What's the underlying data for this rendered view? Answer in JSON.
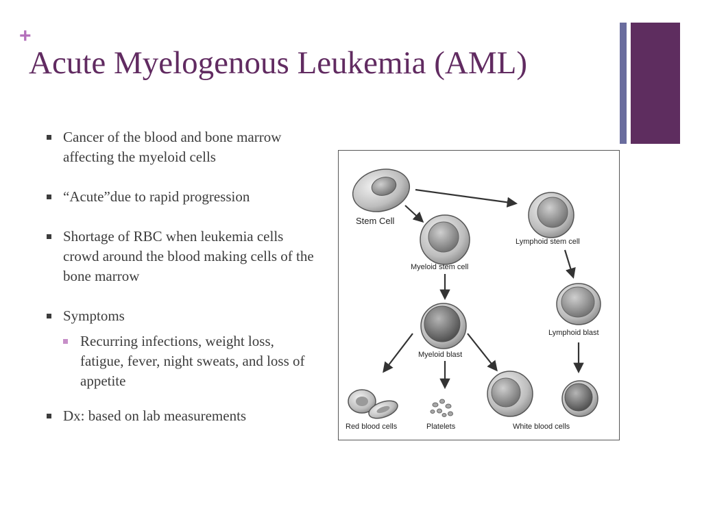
{
  "slide": {
    "plus_mark": "+",
    "title": "Acute Myelogenous Leukemia (AML)"
  },
  "bullets": [
    {
      "text": "Cancer of the blood and bone marrow affecting the myeloid cells"
    },
    {
      "text": "“Acute”due to rapid progression"
    },
    {
      "text": "Shortage of RBC when leukemia cells crowd around the blood making cells of the bone marrow"
    },
    {
      "text": "Symptoms",
      "sub": [
        "Recurring infections, weight loss, fatigue, fever, night sweats, and loss of appetite"
      ]
    },
    {
      "text": "Dx: based on lab measurements"
    }
  ],
  "figure": {
    "labels": {
      "stem_cell": "Stem Cell",
      "myeloid_stem_cell": "Myeloid stem cell",
      "lymphoid_stem_cell": "Lymphoid stem cell",
      "myeloid_blast": "Myeloid blast",
      "lymphoid_blast": "Lymphoid blast",
      "red_blood_cells": "Red blood cells",
      "platelets": "Platelets",
      "white_blood_cells": "White blood cells"
    }
  },
  "colors": {
    "title": "#612b61",
    "plus": "#b36fba",
    "bar_thin": "#6a6d9e",
    "bar_thick": "#5e2d5f",
    "bullet": "#3c3c3c",
    "sub_bullet": "#c78fc8"
  }
}
